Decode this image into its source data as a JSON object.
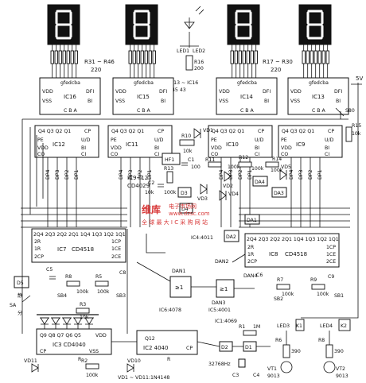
{
  "display_labels": {
    "digit_pins": "gfedcba",
    "resistor_bank_left": "R31 ~ R46",
    "resistor_bank_left_value": "220",
    "resistor_bank_right": "R17 ~ R30",
    "resistor_bank_right_value": "220",
    "led_left": "LED1",
    "led_right": "LED2",
    "r16": "R16",
    "r16_value": "200",
    "ic13_16_tag": "IC13 ~ IC16",
    "ic13_16_pins": "45  43",
    "supply": "5V"
  },
  "decoders": [
    {
      "id": "ic16",
      "name": "IC16"
    },
    {
      "id": "ic15",
      "name": "IC15"
    },
    {
      "id": "ic14",
      "name": "IC14"
    },
    {
      "id": "ic13",
      "name": "IC13"
    }
  ],
  "decoder_pins": {
    "vdd": "VDD",
    "vss": "VSS",
    "dfi": "DFI",
    "bi": "BI",
    "inputs": "C  B  A"
  },
  "counters": [
    {
      "id": "ic12",
      "name": "IC12"
    },
    {
      "id": "ic11",
      "name": "IC11"
    },
    {
      "id": "ic10",
      "name": "IC10"
    },
    {
      "id": "ic9",
      "name": "IC9"
    }
  ],
  "counter_pins": {
    "outputs": "Q4 Q3  Q2 Q1",
    "cp": "CP",
    "pe": "PE",
    "ud": "U/D",
    "vss": "VSS",
    "bi": "BI",
    "vdd": "VDD",
    "co": "CO",
    "ci": "CI",
    "dp": [
      "DP4",
      "DP3",
      "DP2",
      "DP1"
    ]
  },
  "ic9_12_label": "IC9~12",
  "ic9_12_part": "CD4029",
  "hf1": "HF1",
  "r10": "R10",
  "r10_value": "10k",
  "vd1": "VD1",
  "c1": "C1",
  "c1_value": "100",
  "r11": "R11",
  "r11_value": "100k",
  "r12": "R12",
  "r12_value": "100k",
  "r14": "R14",
  "r14_value": "100k",
  "r15": "R15",
  "r15_value": "10k",
  "s80": "S80",
  "vd2": "VD2",
  "vd3": "VD3",
  "vd4": "VD4",
  "vd5": "VD5",
  "r13": "R13",
  "r13_value": "100k",
  "c2": "C2",
  "c2_value": "10k",
  "d3": "D3",
  "d4": "D4",
  "da4": "DA4",
  "da3": "DA3",
  "da1": "DA1",
  "da2": "DA2",
  "dan1": "DAN1",
  "dan2": "DAN2",
  "dan3": "DAN3",
  "dan4": "DAN4",
  "ic4": "IC4:4011",
  "ic5": "IC5:4001",
  "ic6": "IC6:4078",
  "ic1": "IC1:4069",
  "gate_symbol": "≥1",
  "ic7": {
    "name": "IC7",
    "part": "CD4518",
    "top_pins": "2Q4 2Q3 2Q2 2Q1 1Q4 1Q3 1Q2 1Q1",
    "left": [
      "2R",
      "1R",
      "2CP"
    ],
    "right": [
      "1CP",
      "1CE",
      "2CE"
    ]
  },
  "ic8": {
    "name": "IC8",
    "part": "CD4518",
    "top_pins": "2Q4 2Q3 2Q2 2Q1 1Q4 1Q3 1Q2 1Q1",
    "left": [
      "2R",
      "1R",
      "2CP"
    ],
    "right": [
      "1CP",
      "1CE",
      "2CE"
    ]
  },
  "left_switch_group": {
    "c": "C8",
    "r_a": "R8",
    "r_a_value": "100k",
    "r_b": "R5",
    "r_b_value": "100k",
    "sb4": "SB4",
    "sb3": "SB3",
    "c5": "C5"
  },
  "right_switch_group": {
    "c": "C9",
    "r_a": "R7",
    "r_a_value": "100k",
    "r_b": "R9",
    "r_b_value": "100k",
    "sb2": "SB2",
    "sb1": "SB1",
    "c6": "C6"
  },
  "d5": "D5",
  "s_switch": "SA",
  "s_on": "静",
  "s_off": "分",
  "r3": "R3",
  "r3_value": "10k",
  "ic3": {
    "name": "IC3 CD4040",
    "pins": "Q9 Q8 Q7 Q6 Q5",
    "vdd": "VDD",
    "vss": "VSS",
    "cp": "CP",
    "r": "R",
    "q12": "Q12"
  },
  "ic2": {
    "name": "IC2 4040",
    "q12": "Q12",
    "r": "R",
    "cp": "CP"
  },
  "r2": "R2",
  "r2_value": "100k",
  "vd11": "VD11",
  "vd10": "VD10",
  "diode_note": "VD1 ~ VD11:1N4148",
  "crystal": "32768Hz",
  "d2": "D2",
  "d1": "D1",
  "r1": "R1",
  "r1_value": "1M",
  "c3": "C3",
  "c4": "C4",
  "led3": "LED3",
  "led4": "LED4",
  "r6": "R6",
  "r6_value": "390",
  "r8b": "R8",
  "r8b_value": "390",
  "vt1": "VT1",
  "vt1_part": "9013",
  "vt2": "VT2",
  "vt2_part": "9013",
  "k1": "K1",
  "k2": "K2",
  "watermark": {
    "text": "维库",
    "sub": "电子市场网",
    "url": "www.dzsc.com",
    "tag": "全 球 最 大 I C 采 购 网 站"
  },
  "colors": {
    "ink": "#111111",
    "watermark": "#d83838"
  }
}
